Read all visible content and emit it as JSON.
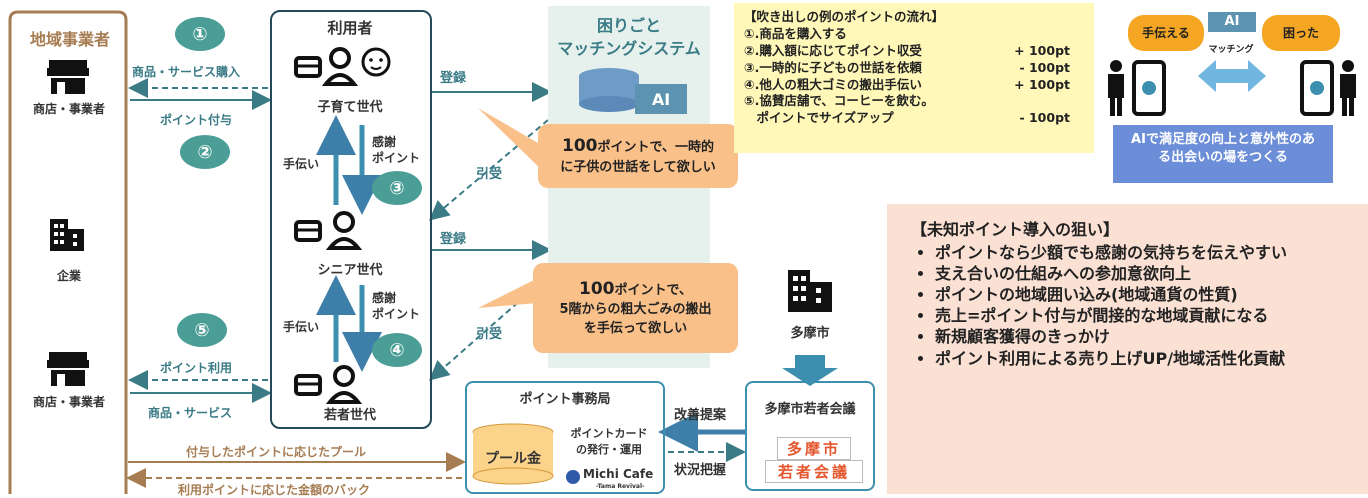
{
  "colors": {
    "brown": "#a67c52",
    "teal": "#3a7b86",
    "orange": "#f9c08a",
    "yellow_note": "#fff8b8",
    "peach_panel": "#fbe1d3",
    "blue_box": "#6c8ed8",
    "ai_box": "#5b93b0",
    "system_bg": "#e6f1ee"
  },
  "operators": {
    "title": "地域事業者",
    "shop_top_label": "商店・事業者",
    "company_label": "企業",
    "shop_bottom_label": "商店・事業者",
    "shop_icon": "shop-icon",
    "company_icon": "building-icon"
  },
  "flows": {
    "num1": "①",
    "num2": "②",
    "num3": "③",
    "num4": "④",
    "num5": "⑤",
    "purchase": "商品・サービス購入",
    "point_grant": "ポイント付与",
    "point_use": "ポイント利用",
    "goods_service": "商品・サービス",
    "register_top": "登録",
    "register_mid": "登録",
    "accept_top": "引受",
    "accept_bottom": "引受",
    "help_top": "手伝い",
    "thanks_top": "感謝\nポイント",
    "help_bottom": "手伝い",
    "thanks_bottom": "感謝\nポイント",
    "pool_line": "付与したポイントに応じたプール",
    "back_line": "利用ポイントに応じた金額のバック",
    "improve": "改善提案",
    "status": "状況把握"
  },
  "users": {
    "title": "利用者",
    "child_gen": "子育て世代",
    "senior_gen": "シニア世代",
    "young_gen": "若者世代"
  },
  "system": {
    "title_line1": "困りごと",
    "title_line2": "マッチングシステム",
    "ai_label": "AI"
  },
  "callouts": {
    "top_pt": "100",
    "top_text1": "ポイントで、一時的",
    "top_text2": "に子供の世話をして欲しい",
    "bottom_pt": "100",
    "bottom_text1": "ポイントで、",
    "bottom_text2": "5階からの粗大ごみの搬出",
    "bottom_text3": "を手伝って欲しい"
  },
  "note": {
    "title": "【吹き出しの例のポイントの流れ】",
    "rows": [
      {
        "text": "①.商品を購入する",
        "pt": ""
      },
      {
        "text": "②.購入額に応じてポイント収受",
        "pt": "+ 100pt"
      },
      {
        "text": "③.一時的に子どもの世話を依頼",
        "pt": "- 100pt"
      },
      {
        "text": "④.他人の粗大ゴミの搬出手伝い",
        "pt": "+ 100pt"
      },
      {
        "text": "⑤.協賛店舗で、コーヒーを飲む。",
        "pt": ""
      },
      {
        "text": "　ポイントでサイズアップ",
        "pt": "- 100pt"
      }
    ]
  },
  "ai_box": {
    "helper_label": "手伝える",
    "ai_tag": "AI",
    "matching": "マッチング",
    "trouble_label": "困った",
    "caption": "AIで満足度の向上と意外性のある出会いの場をつくる"
  },
  "aim": {
    "title": "【未知ポイント導入の狙い】",
    "items": [
      "ポイントなら少額でも感謝の気持ちを伝えやすい",
      "支え合いの仕組みへの参加意欲向上",
      "ポイントの地域囲い込み(地域通貨の性質)",
      "売上=ポイント付与が間接的な地域貢献になる",
      "新規顧客獲得のきっかけ",
      "ポイント利用による売り上げUP/地域活性化貢献"
    ]
  },
  "tama": {
    "label": "多摩市",
    "council": "多摩市若者会議",
    "stamp_line1": "多摩市",
    "stamp_line2": "若者会議"
  },
  "office": {
    "title": "ポイント事務局",
    "pool": "プール金",
    "card_line1": "ポイントカード",
    "card_line2": "の発行・運用",
    "cafe_name": "Michi Cafe",
    "cafe_sub": "-Tama Revival-"
  }
}
